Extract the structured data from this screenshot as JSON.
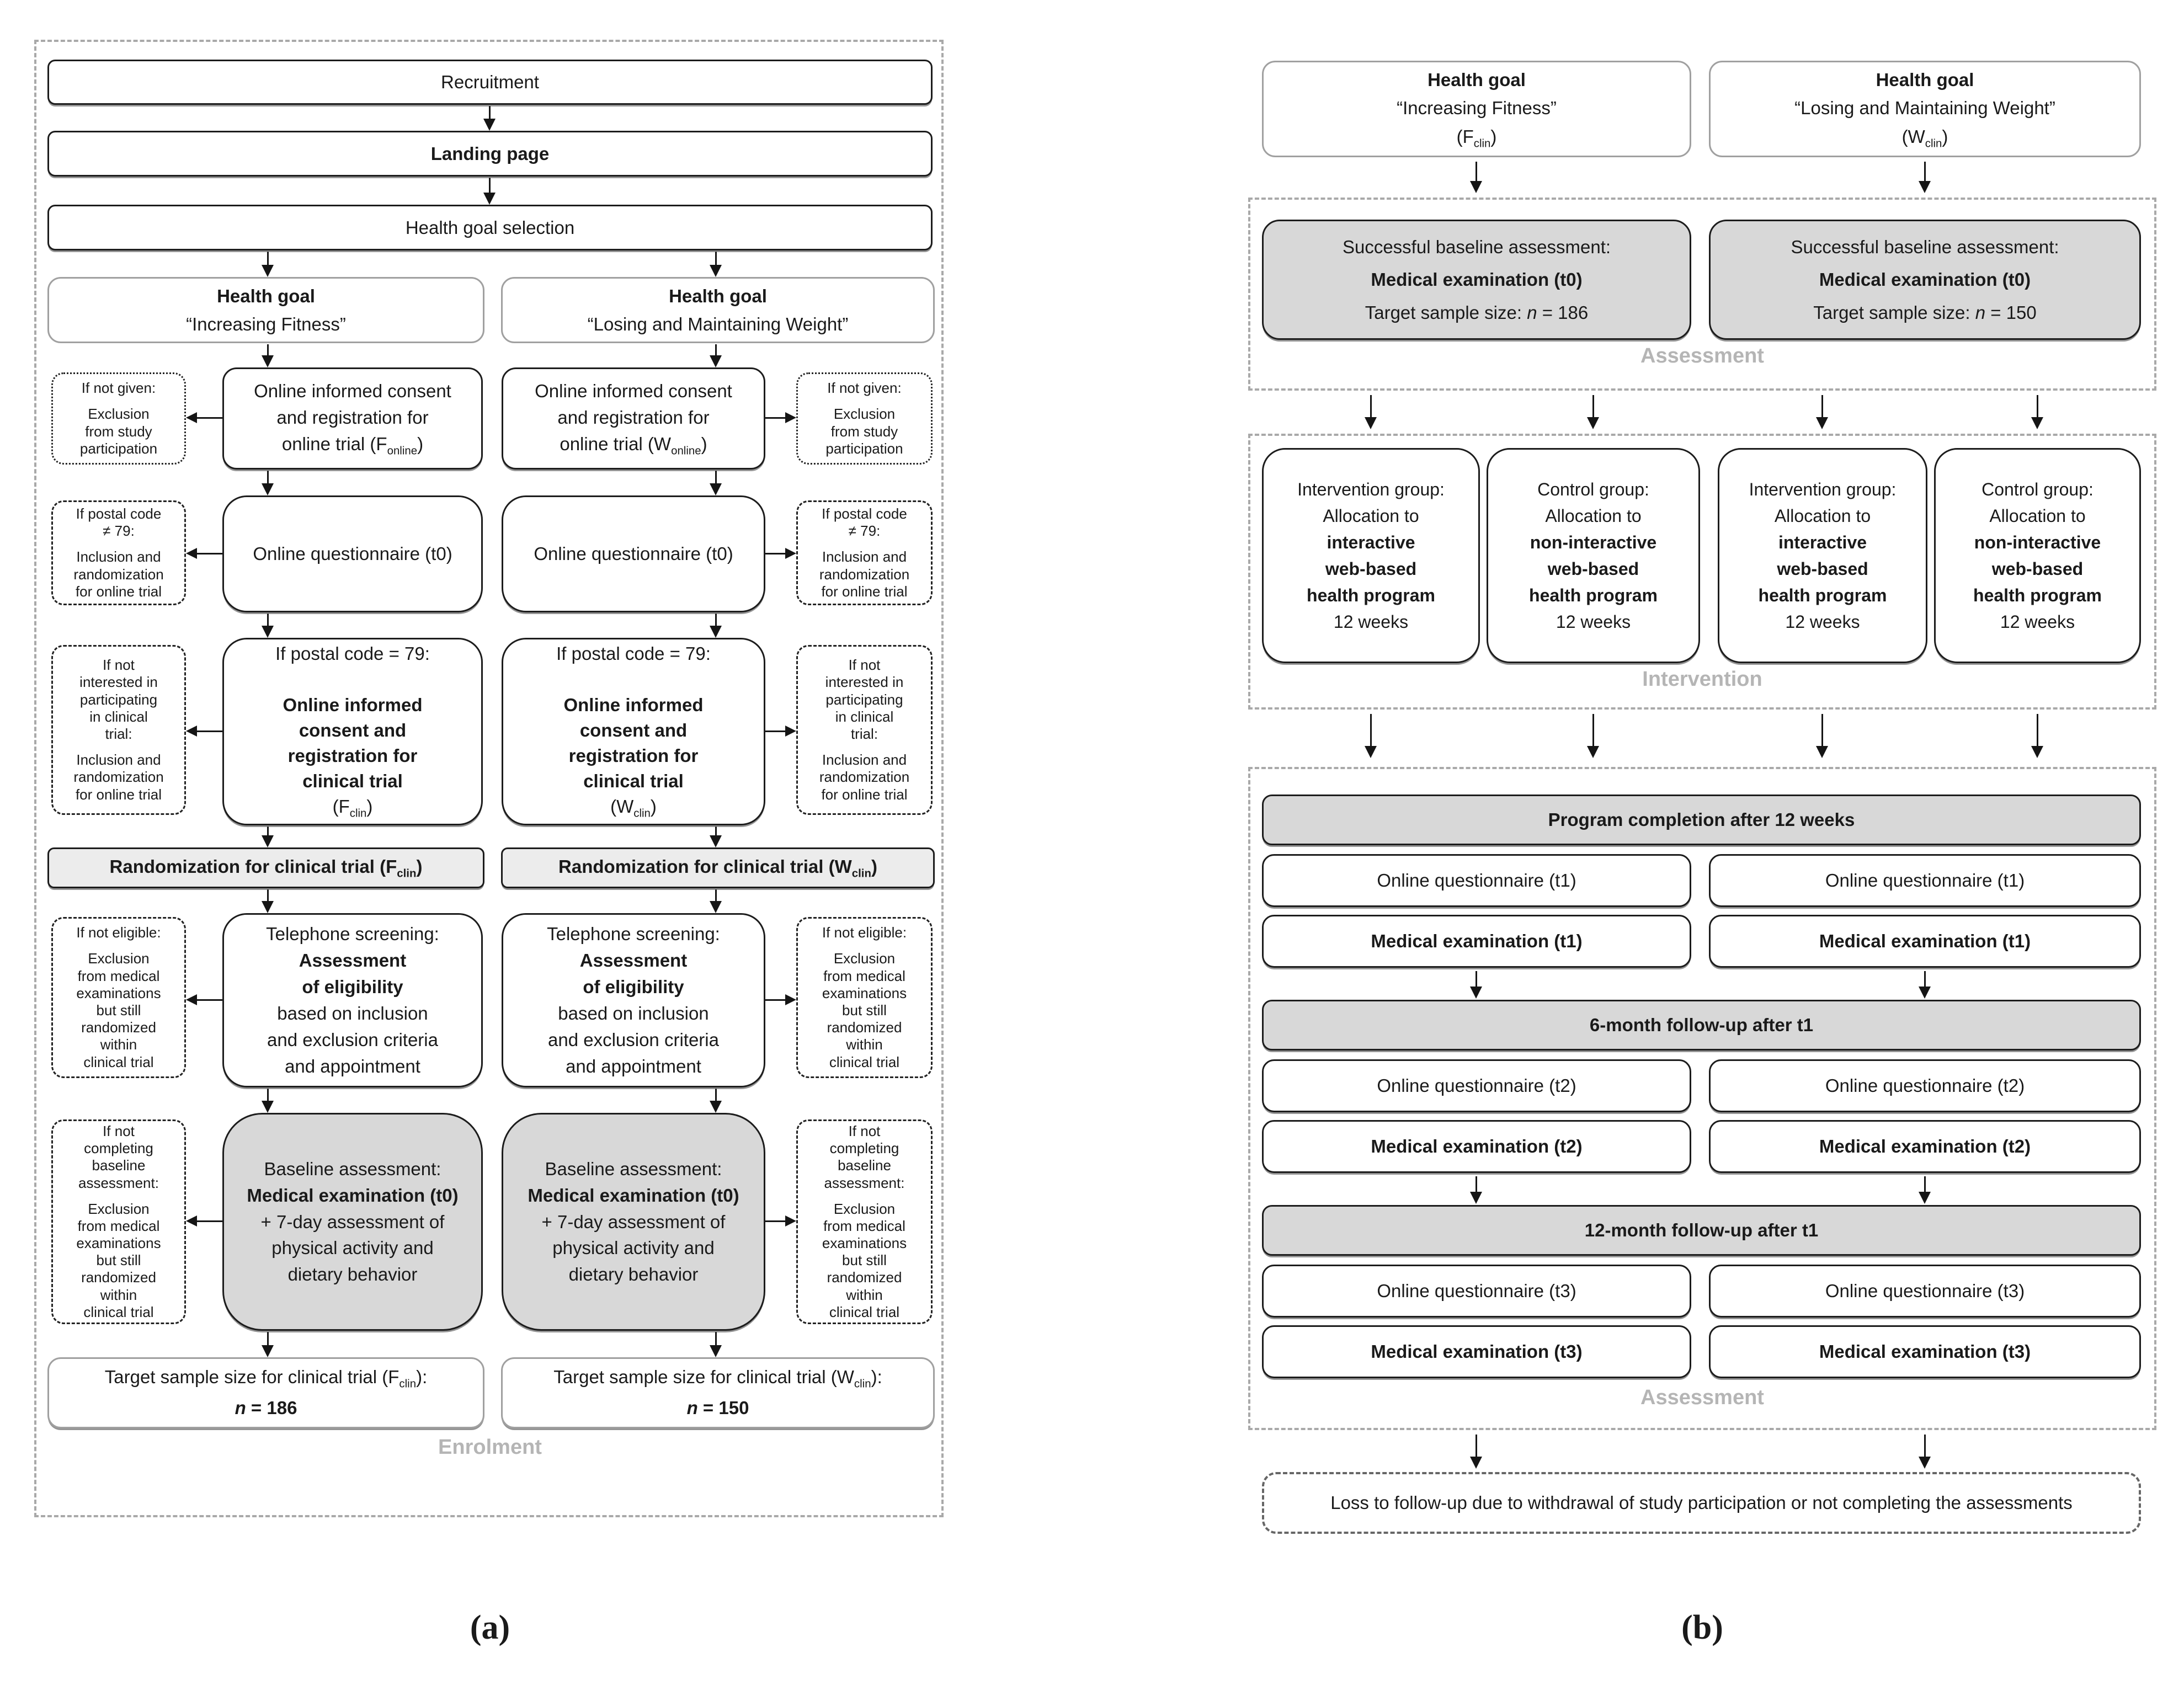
{
  "figure": {
    "caption_a": "(a)",
    "caption_b": "(b)"
  },
  "colors": {
    "box_border": "#1c1c1c",
    "gray_box_border": "#a0a0a0",
    "gray_fill": "#d8d8d8",
    "light_bar_fill": "#ececec",
    "container_border": "#a9a9a9",
    "section_label_gray": "#b5b5b5"
  },
  "panel_a": {
    "section_label": "Enrolment",
    "recruitment": "Recruitment",
    "landing_page": "Landing page",
    "health_goal_selection": "Health goal selection",
    "health_goal_fitness": "**Health goal**\n“Increasing Fitness”",
    "health_goal_weight": "**Health goal**\n“Losing and Maintaining Weight”",
    "consent_online_f": "Online informed consent\nand registration for\nonline trial (F~online~)",
    "consent_online_w": "Online informed consent\nand registration for\nonline trial (W~online~)",
    "online_questionnaire_t0": "Online questionnaire (t0)",
    "consent_clinical_f": "If postal code = 79:\n\n**Online informed\nconsent and\nregistration for\nclinical trial**\n(F~clin~)",
    "consent_clinical_w": "If postal code = 79:\n\n**Online informed\nconsent and\nregistration for\nclinical trial**\n(W~clin~)",
    "randomization_f": "**Randomization for clinical trial (F~clin~)**",
    "randomization_w": "**Randomization for clinical trial (W~clin~)**",
    "telephone_screening": "Telephone screening:\n**Assessment\nof eligibility**\nbased on inclusion\nand exclusion criteria\nand appointment",
    "baseline_assessment": "Baseline assessment:\n**Medical examination (t0)**\n+ 7-day assessment of\nphysical activity and\ndietary behavior",
    "target_f": "Target sample size for clinical trial (F~clin~):\n**//n// = 186**",
    "target_w": "Target sample size for clinical trial (W~clin~):\n**//n// = 150**",
    "side_not_given": {
      "top": "If not given:",
      "bottom": "Exclusion\nfrom study\nparticipation"
    },
    "side_postal": {
      "top": "If postal code\n≠ 79:",
      "bottom": "Inclusion and\nrandomization\nfor online trial"
    },
    "side_not_interested": {
      "top": "If not\ninterested in\nparticipating\nin clinical\ntrial:",
      "bottom": "Inclusion and\nrandomization\nfor online trial"
    },
    "side_not_eligible": {
      "top": "If not eligible:",
      "bottom": "Exclusion\nfrom medical\nexaminations\nbut still\nrandomized\nwithin\nclinical trial"
    },
    "side_not_completing": {
      "top": "If not\ncompleting\nbaseline\nassessment:",
      "bottom": "Exclusion\nfrom medical\nexaminations\nbut still\nrandomized\nwithin\nclinical trial"
    }
  },
  "panel_b": {
    "assessment_label": "Assessment",
    "intervention_label": "Intervention",
    "health_goal_f": "**Health goal**\n“Increasing Fitness”\n(F~clin~)",
    "health_goal_w": "**Health goal**\n“Losing and Maintaining Weight”\n(W~clin~)",
    "baseline_f": "Successful baseline assessment:\n**Medical examination (t0)**\nTarget sample size: //n// = 186",
    "baseline_w": "Successful baseline assessment:\n**Medical examination (t0)**\nTarget sample size: //n// = 150",
    "intervention_group": "Intervention group:\nAllocation to\n**interactive\nweb-based\nhealth program**\n12 weeks",
    "control_group": "Control group:\nAllocation to\n**non-interactive\nweb-based\nhealth program**\n12 weeks",
    "program_completion": "Program completion after 12 weeks",
    "online_questionnaire_t1": "Online questionnaire (t1)",
    "medical_examination_t1": "Medical examination (t1)",
    "six_month_followup": "6-month follow-up after t1",
    "online_questionnaire_t2": "Online questionnaire (t2)",
    "medical_examination_t2": "Medical examination (t2)",
    "twelve_month_followup": "12-month follow-up after t1",
    "online_questionnaire_t3": "Online questionnaire (t3)",
    "medical_examination_t3": "Medical examination (t3)",
    "loss_followup": "Loss to follow-up due to withdrawal of study participation or not completing the assessments"
  }
}
